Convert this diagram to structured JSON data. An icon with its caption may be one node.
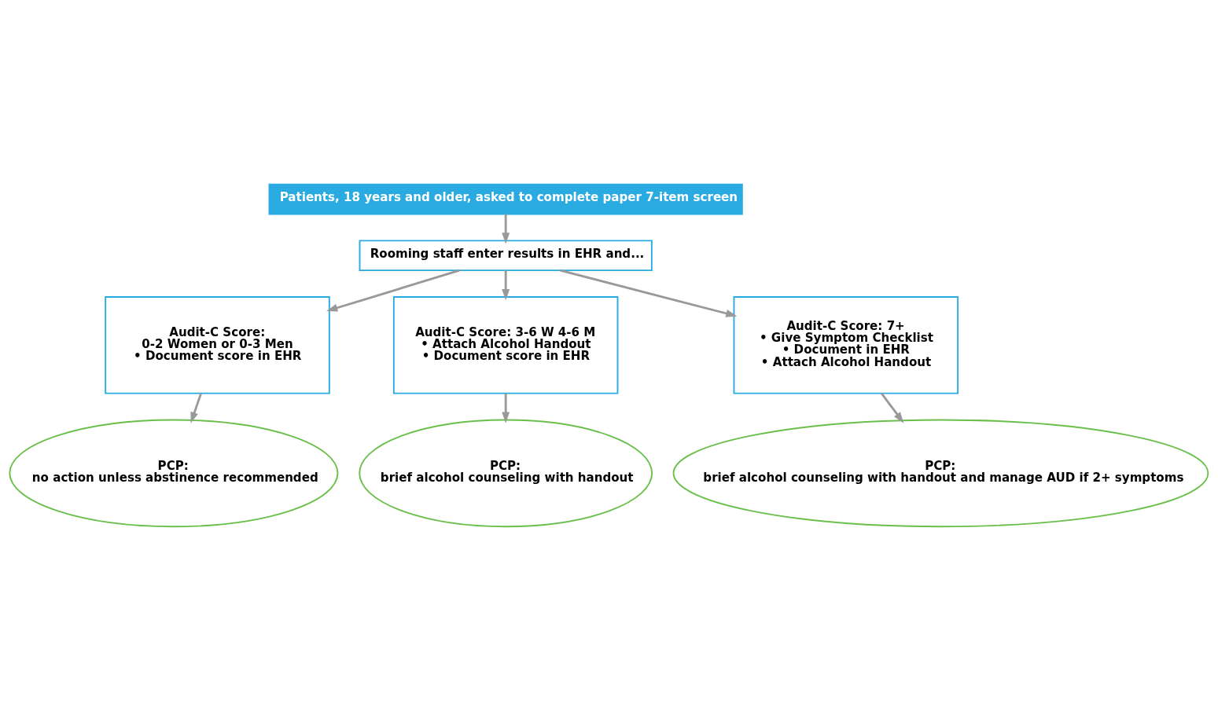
{
  "diagram": {
    "nodes": [
      {
        "text": [
          "Patients, 18 years and older, asked to complete paper 7-item screen"
        ]
      },
      {
        "text": [
          "Rooming staff enter results in EHR and..."
        ]
      },
      {
        "text": [
          "Audit-C Score:",
          "0-2 Women or 0-3 Men",
          "• Document score in EHR"
        ]
      },
      {
        "text": [
          "Audit-C Score: 3-6 W 4-6 M",
          "• Attach Alcohol Handout",
          "• Document score in EHR"
        ]
      },
      {
        "text": [
          "Audit-C Score: 7+",
          "• Give Symptom Checklist",
          "• Document in EHR",
          "• Attach Alcohol Handout"
        ]
      },
      {
        "text": [
          "PCP:",
          "no action unless abstinence recommended"
        ]
      },
      {
        "text": [
          "PCP:",
          "brief alcohol counseling with handout"
        ]
      },
      {
        "text": [
          "PCP:",
          "brief alcohol counseling with handout and manage AUD if 2+ symptoms"
        ]
      }
    ],
    "edges": [
      {
        "from": 0,
        "to": 1,
        "arrow": "to"
      },
      {
        "from": 1,
        "to": 2,
        "arrow": "to"
      },
      {
        "from": 1,
        "to": 3,
        "arrow": "to"
      },
      {
        "from": 1,
        "to": 4,
        "arrow": "to"
      },
      {
        "from": 2,
        "to": 5,
        "arrow": "to"
      },
      {
        "from": 3,
        "to": 6,
        "arrow": "to"
      },
      {
        "from": 4,
        "to": 7,
        "arrow": "to"
      }
    ]
  }
}
